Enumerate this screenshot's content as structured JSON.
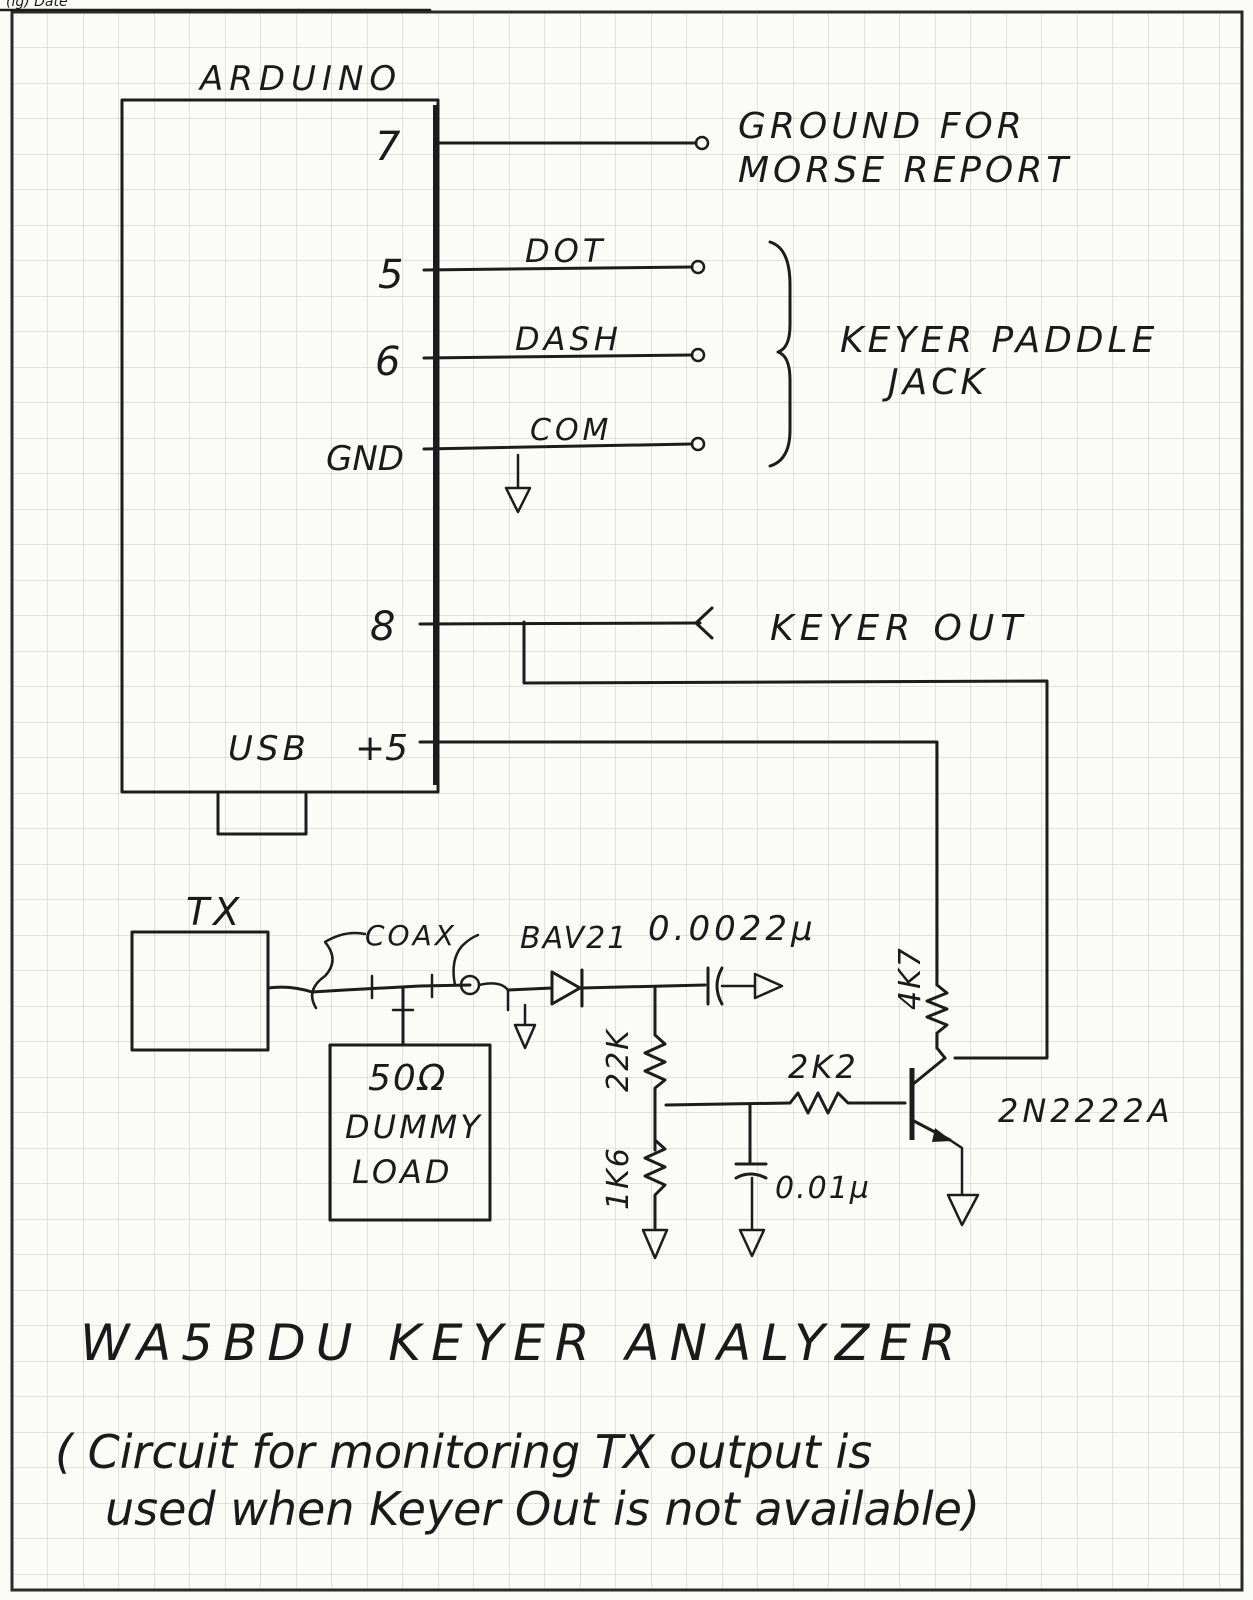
{
  "header_fragment": "(lg) Date",
  "arduino": {
    "title": "ARDUINO",
    "pins": {
      "p7": "7",
      "p5": "5",
      "p6": "6",
      "gnd": "GND",
      "p8": "8",
      "usb": "USB",
      "p5v": "+5"
    }
  },
  "labels": {
    "ground_line1": "GROUND FOR",
    "ground_line2": "MORSE REPORT",
    "dot": "DOT",
    "dash": "DASH",
    "com": "COM",
    "paddle_line1": "KEYER PADDLE",
    "paddle_line2": "JACK",
    "keyer_out": "KEYER OUT"
  },
  "rf_circuit": {
    "tx": "TX",
    "coax": "COAX",
    "diode": "BAV21",
    "cap1": "0.0022µ",
    "res_top": "22K",
    "res_bottom": "1K6",
    "res_base": "2K2",
    "res_collector": "4K7",
    "cap2": "0.01µ",
    "transistor": "2N2222A",
    "dummy_line1": "50Ω",
    "dummy_line2": "DUMMY",
    "dummy_line3": "LOAD"
  },
  "title": "WA5BDU KEYER ANALYZER",
  "note_line1": "( Circuit for monitoring TX output is",
  "note_line2": "used when Keyer Out is not available)"
}
